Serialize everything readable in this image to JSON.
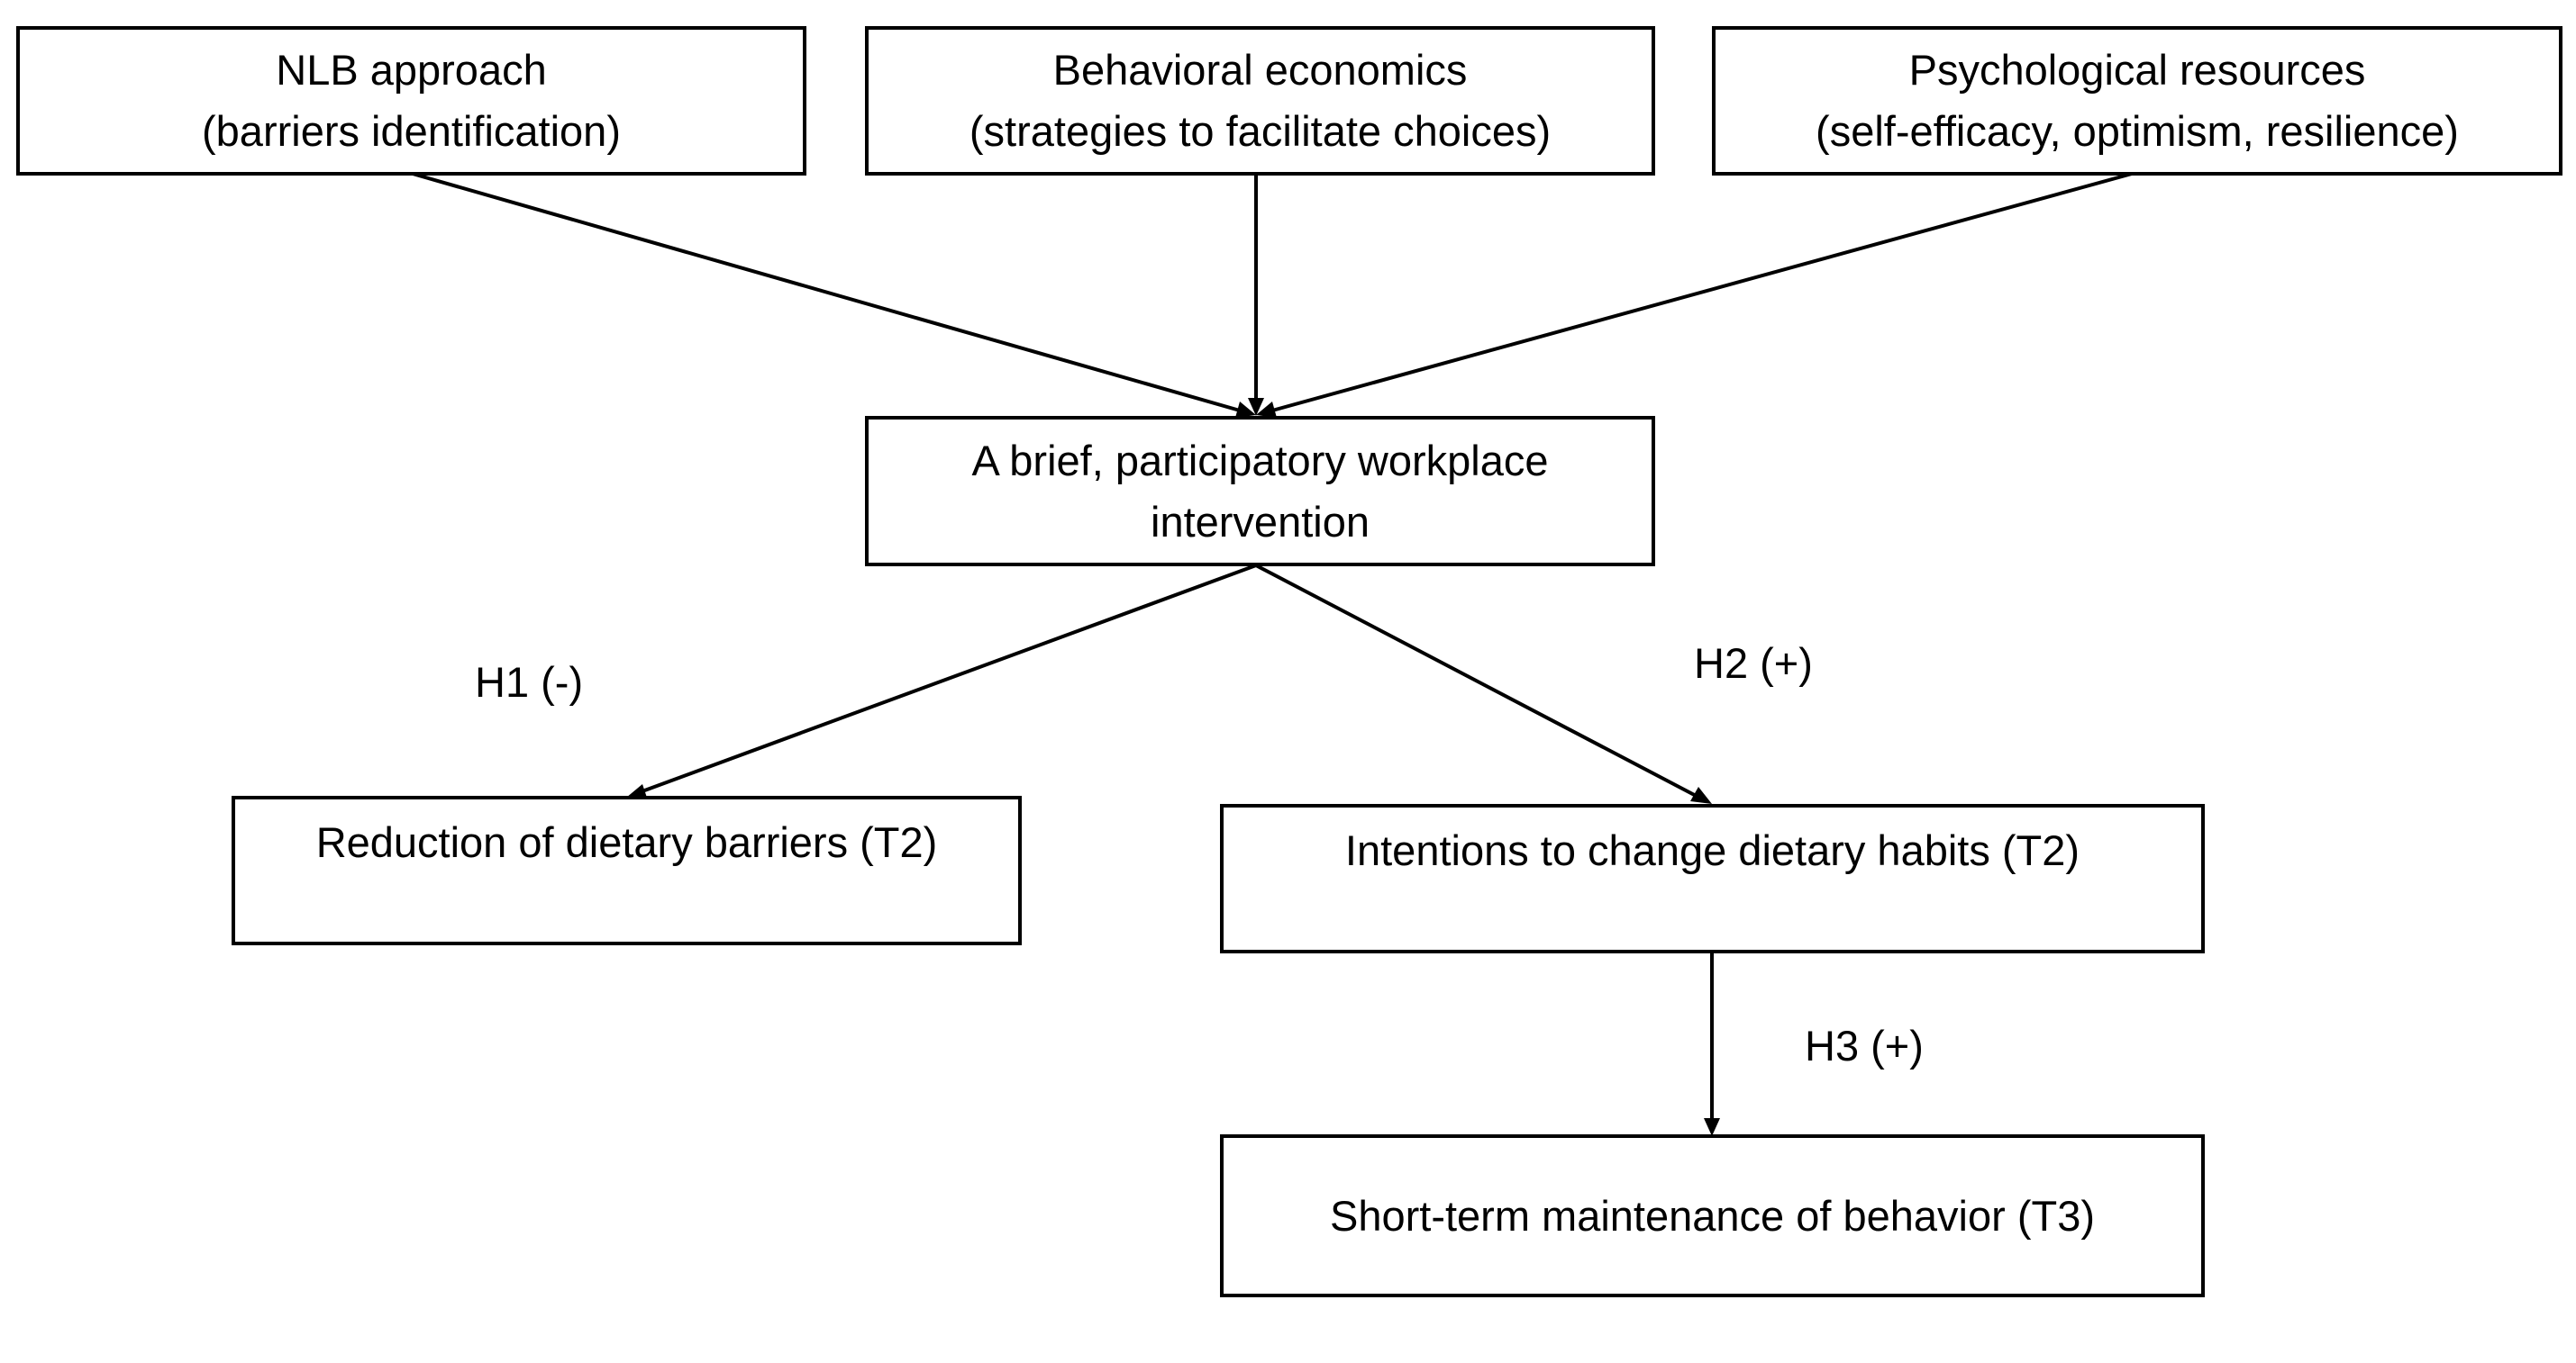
{
  "sources": {
    "nlb": {
      "line1": "NLB approach",
      "line2": "(barriers identification)"
    },
    "behavioral": {
      "line1": "Behavioral economics",
      "line2": "(strategies to facilitate choices)"
    },
    "psychological": {
      "line1": "Psychological resources",
      "line2": "(self-efficacy, optimism, resilience)"
    }
  },
  "intervention": {
    "line1": "A brief, participatory workplace",
    "line2": "intervention"
  },
  "outcomes": {
    "barriers": "Reduction of dietary barriers (T2)",
    "intentions": "Intentions to change dietary habits (T2)",
    "maintenance": "Short-term maintenance of behavior (T3)"
  },
  "hypotheses": {
    "h1": "H1 (-)",
    "h2": "H2 (+)",
    "h3": "H3 (+)"
  }
}
